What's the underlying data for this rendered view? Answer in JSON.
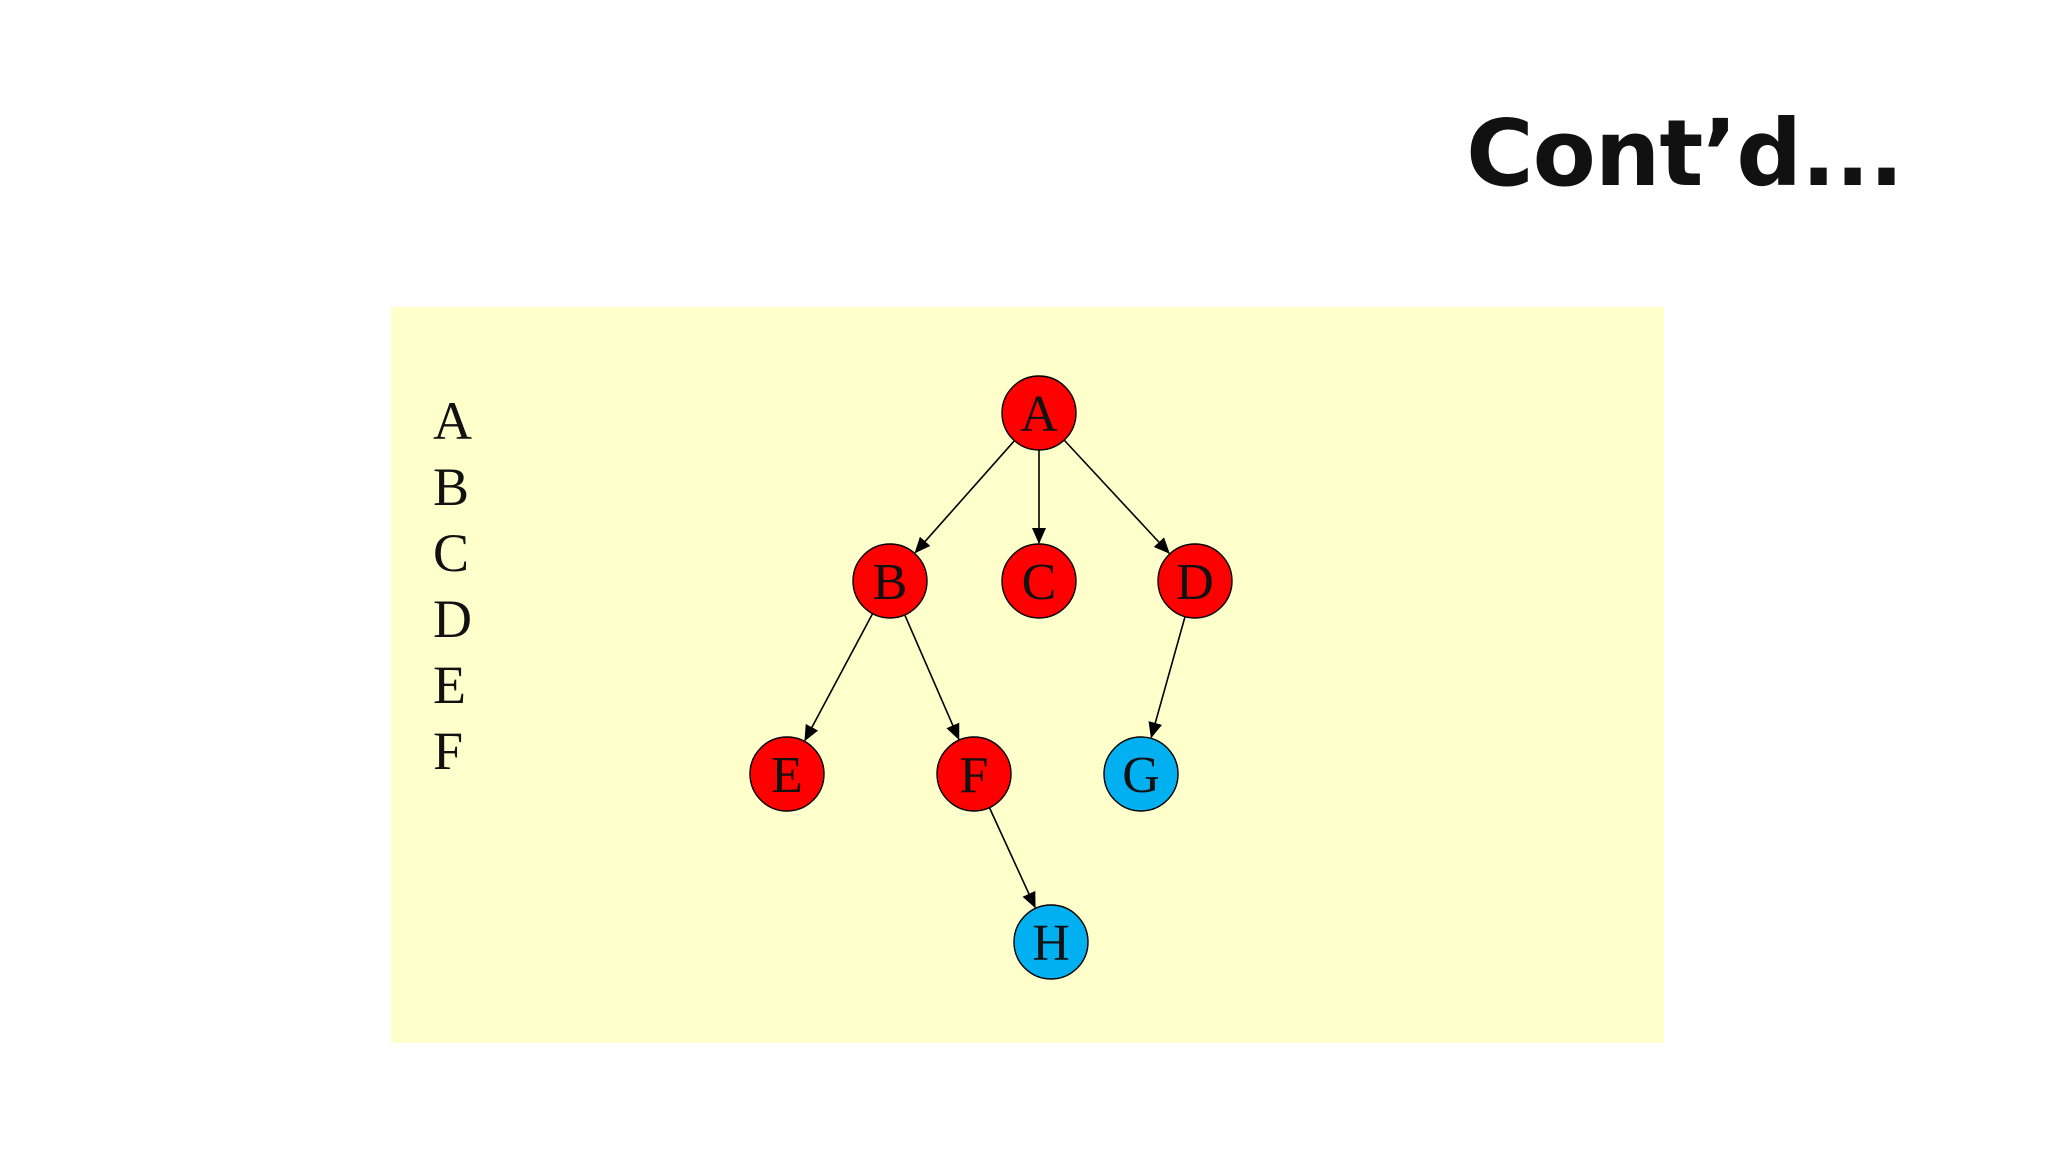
{
  "slide": {
    "title": "Cont’d..."
  },
  "queue": {
    "items": [
      "A",
      "B",
      "C",
      "D",
      "E",
      "F"
    ]
  },
  "colors": {
    "visited": "#ff0000",
    "frontier": "#00b0f0",
    "panel": "#ffffcc"
  },
  "tree": {
    "nodes": [
      {
        "id": "A",
        "label": "A",
        "state": "visited"
      },
      {
        "id": "B",
        "label": "B",
        "state": "visited"
      },
      {
        "id": "C",
        "label": "C",
        "state": "visited"
      },
      {
        "id": "D",
        "label": "D",
        "state": "visited"
      },
      {
        "id": "E",
        "label": "E",
        "state": "visited"
      },
      {
        "id": "F",
        "label": "F",
        "state": "visited"
      },
      {
        "id": "G",
        "label": "G",
        "state": "frontier"
      },
      {
        "id": "H",
        "label": "H",
        "state": "frontier"
      }
    ],
    "edges": [
      {
        "from": "A",
        "to": "B"
      },
      {
        "from": "A",
        "to": "C"
      },
      {
        "from": "A",
        "to": "D"
      },
      {
        "from": "B",
        "to": "E"
      },
      {
        "from": "B",
        "to": "F"
      },
      {
        "from": "D",
        "to": "G"
      },
      {
        "from": "F",
        "to": "H"
      }
    ]
  }
}
